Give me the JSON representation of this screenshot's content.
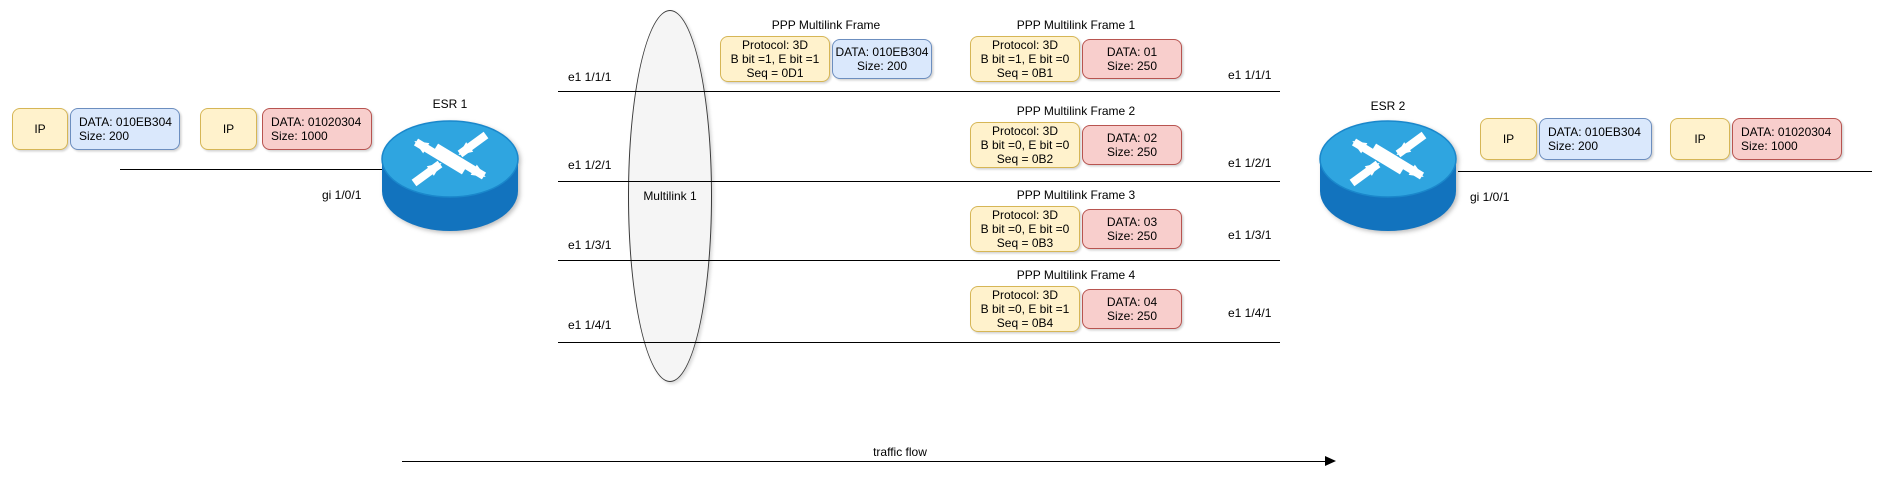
{
  "left_packets": [
    {
      "header": "IP",
      "line1": "DATA: 010EB304",
      "line2": "Size: 200"
    },
    {
      "header": "IP",
      "line1": "DATA: 01020304",
      "line2": "Size: 1000"
    }
  ],
  "right_packets": [
    {
      "header": "IP",
      "line1": "DATA: 010EB304",
      "line2": "Size: 200"
    },
    {
      "header": "IP",
      "line1": "DATA: 01020304",
      "line2": "Size: 1000"
    }
  ],
  "routers": [
    {
      "name": "ESR 1",
      "interface_label": "gi 1/0/1"
    },
    {
      "name": "ESR 2",
      "interface_label": "gi 1/0/1"
    }
  ],
  "multilink": {
    "label": "Multilink 1"
  },
  "links": [
    {
      "left_label": "e1 1/1/1",
      "right_label": "e1 1/1/1"
    },
    {
      "left_label": "e1 1/2/1",
      "right_label": "e1 1/2/1"
    },
    {
      "left_label": "e1 1/3/1",
      "right_label": "e1 1/3/1"
    },
    {
      "left_label": "e1 1/4/1",
      "right_label": "e1 1/4/1"
    }
  ],
  "frames": [
    {
      "title": "PPP Multilink Frame",
      "protocol": [
        "Protocol: 3D",
        "B bit =1, E bit =1",
        "Seq = 0D1"
      ],
      "data": [
        "DATA: 010EB304",
        "Size: 200"
      ],
      "data_color": "blue"
    },
    {
      "title": "PPP Multilink Frame 1",
      "protocol": [
        "Protocol: 3D",
        "B bit =1, E bit =0",
        "Seq = 0B1"
      ],
      "data": [
        "DATA: 01",
        "Size: 250"
      ],
      "data_color": "red"
    },
    {
      "title": "PPP Multilink Frame 2",
      "protocol": [
        "Protocol: 3D",
        "B bit =0, E bit =0",
        "Seq = 0B2"
      ],
      "data": [
        "DATA: 02",
        "Size: 250"
      ],
      "data_color": "red"
    },
    {
      "title": "PPP Multilink Frame 3",
      "protocol": [
        "Protocol: 3D",
        "B bit =0, E bit =0",
        "Seq = 0B3"
      ],
      "data": [
        "DATA: 03",
        "Size: 250"
      ],
      "data_color": "red"
    },
    {
      "title": "PPP Multilink Frame 4",
      "protocol": [
        "Protocol: 3D",
        "B bit =0, E bit =1",
        "Seq = 0B4"
      ],
      "data": [
        "DATA: 04",
        "Size: 250"
      ],
      "data_color": "red"
    }
  ],
  "traffic_flow_label": "traffic flow",
  "colors": {
    "yellow_fill": "#FFF2CC",
    "yellow_stroke": "#D6B656",
    "blue_fill": "#DAE8FC",
    "blue_stroke": "#6C8EBF",
    "red_fill": "#F8CECC",
    "red_stroke": "#B85450",
    "ellipse_fill": "#F5F5F5",
    "router_top": "#2FA5E0",
    "router_body": "#1273BE"
  }
}
